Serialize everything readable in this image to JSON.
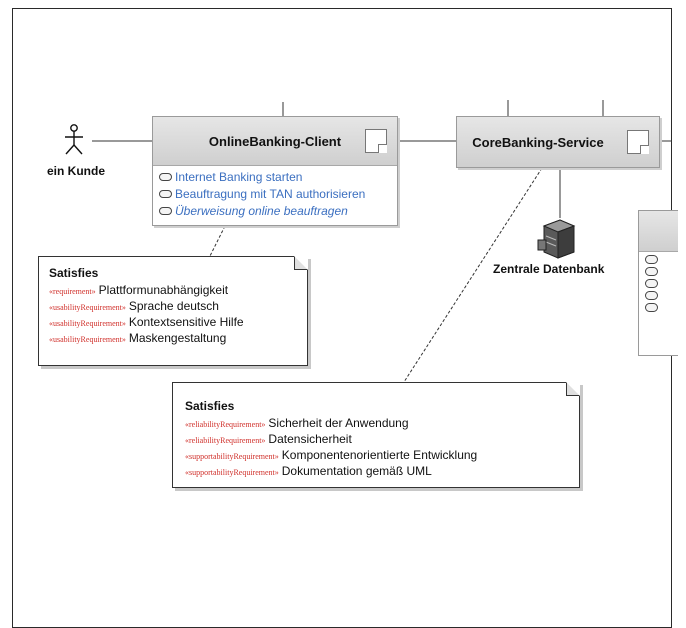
{
  "actor": {
    "label": "ein Kunde"
  },
  "database": {
    "label": "Zentrale Datenbank"
  },
  "components": {
    "client": {
      "title": "OnlineBanking-Client",
      "operations": [
        {
          "label": "Internet Banking starten"
        },
        {
          "label": "Beauftragung mit TAN authorisieren"
        },
        {
          "label": "Überweisung online beauftragen"
        }
      ]
    },
    "core": {
      "title": "CoreBanking-Service"
    }
  },
  "notes": {
    "client_note": {
      "title": "Satisfies",
      "rows": [
        {
          "stereotype": "«requirement»",
          "text": "Plattformunabhängigkeit"
        },
        {
          "stereotype": "«usabilityRequirement»",
          "text": "Sprache deutsch"
        },
        {
          "stereotype": "«usabilityRequirement»",
          "text": "Kontextsensitive Hilfe"
        },
        {
          "stereotype": "«usabilityRequirement»",
          "text": "Maskengestaltung"
        }
      ]
    },
    "core_note": {
      "title": "Satisfies",
      "rows": [
        {
          "stereotype": "«reliabilityRequirement»",
          "text": "Sicherheit der Anwendung"
        },
        {
          "stereotype": "«reliabilityRequirement»",
          "text": "Datensicherheit"
        },
        {
          "stereotype": "«supportabilityRequirement»",
          "text": "Komponentenorientierte Entwicklung"
        },
        {
          "stereotype": "«supportabilityRequirement»",
          "text": "Dokumentation gemäß UML"
        }
      ]
    }
  },
  "colors": {
    "operation_text": "#3b6fc0",
    "stereotype": "#d0302b"
  }
}
